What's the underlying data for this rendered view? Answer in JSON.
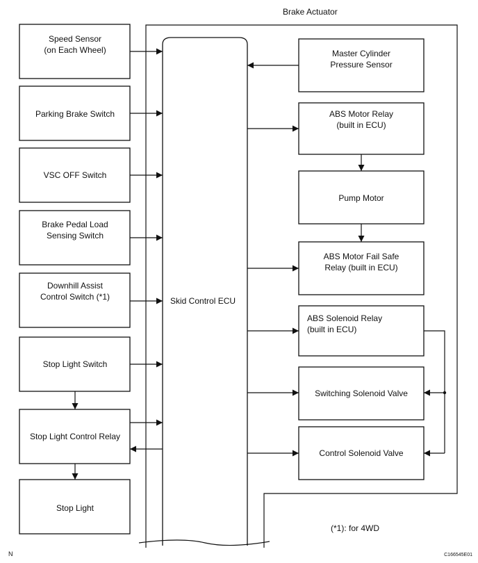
{
  "brake_actuator_label": "Brake Actuator",
  "ecu_label": "Skid Control ECU",
  "inputs": [
    {
      "id": "speed",
      "lines": [
        "Speed Sensor",
        "(on Each Wheel)"
      ]
    },
    {
      "id": "parking",
      "lines": [
        "Parking Brake Switch"
      ]
    },
    {
      "id": "vsc",
      "lines": [
        "VSC OFF Switch"
      ]
    },
    {
      "id": "pedal",
      "lines": [
        "Brake Pedal Load",
        "Sensing Switch"
      ]
    },
    {
      "id": "downhill",
      "lines": [
        "Downhill Assist",
        "Control Switch (*1)"
      ]
    },
    {
      "id": "stoplight-switch",
      "lines": [
        "Stop Light Switch"
      ]
    },
    {
      "id": "relay",
      "lines": [
        "Stop Light Control Relay"
      ]
    },
    {
      "id": "stoplight",
      "lines": [
        "Stop Light"
      ]
    }
  ],
  "actuator_parts": [
    {
      "id": "master",
      "lines": [
        "Master Cylinder",
        "Pressure Sensor"
      ]
    },
    {
      "id": "abs-motor-relay",
      "lines": [
        "ABS Motor Relay",
        "(built in ECU)"
      ]
    },
    {
      "id": "pump",
      "lines": [
        "Pump Motor"
      ]
    },
    {
      "id": "failsafe",
      "lines": [
        "ABS Motor Fail Safe",
        "Relay (built in ECU)"
      ]
    },
    {
      "id": "solenoid-relay",
      "lines": [
        "ABS Solenoid Relay",
        "(built in ECU)"
      ]
    },
    {
      "id": "switching",
      "lines": [
        "Switching Solenoid Valve"
      ]
    },
    {
      "id": "control",
      "lines": [
        "Control Solenoid Valve"
      ]
    }
  ],
  "footnote": "(*1): for 4WD",
  "orientation_mark": "N",
  "figure_code": "C166545E01"
}
